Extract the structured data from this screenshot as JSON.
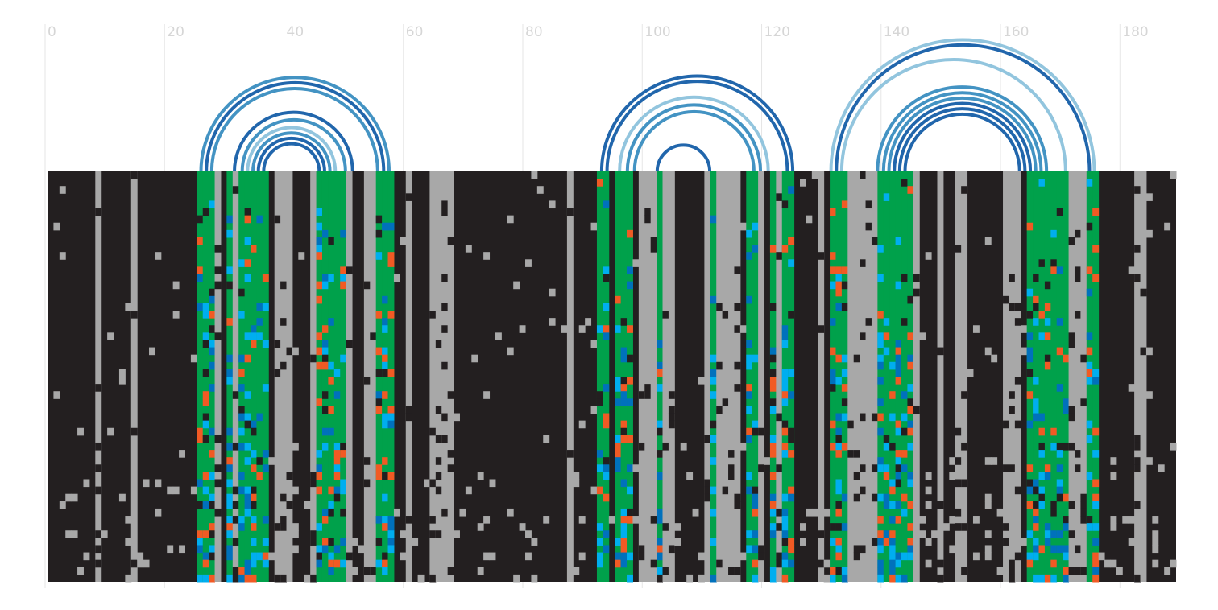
{
  "chart_data": {
    "type": "heatmap",
    "description": "Column-wise alignment matrix with paired-column arcs above",
    "x_axis": {
      "range": [
        0,
        189
      ],
      "ticks": [
        0,
        20,
        40,
        60,
        80,
        100,
        120,
        140,
        160,
        180
      ],
      "tick_labels": [
        "0",
        "20",
        "40",
        "60",
        "80",
        "100",
        "120",
        "140",
        "160",
        "180"
      ],
      "position": "top",
      "grid": true
    },
    "rows": 56,
    "colors": {
      "background": "#231f20",
      "gap": "#a8a8a8",
      "paired": "#00a14b",
      "mismatch_a": "#f15a24",
      "mismatch_b": "#0071bc",
      "mismatch_c": "#00aeef"
    },
    "arc_colors": {
      "dark": "#2166ac",
      "mid": "#4393c3",
      "light": "#92c5de"
    },
    "arcs": [
      {
        "start": 25.7,
        "end": 57.2,
        "shade": "mid"
      },
      {
        "start": 26.6,
        "end": 56.3,
        "shade": "dark"
      },
      {
        "start": 27.5,
        "end": 55.3,
        "shade": "mid"
      },
      {
        "start": 31.3,
        "end": 51.1,
        "shade": "dark"
      },
      {
        "start": 32.6,
        "end": 49.9,
        "shade": "mid"
      },
      {
        "start": 33.5,
        "end": 48.2,
        "shade": "light"
      },
      {
        "start": 34.4,
        "end": 47.3,
        "shade": "mid"
      },
      {
        "start": 35.3,
        "end": 46.4,
        "shade": "dark"
      },
      {
        "start": 36.2,
        "end": 45.5,
        "shade": "dark"
      },
      {
        "start": 92.8,
        "end": 124.8,
        "shade": "dark"
      },
      {
        "start": 93.7,
        "end": 123.9,
        "shade": "dark"
      },
      {
        "start": 95.8,
        "end": 120.7,
        "shade": "light"
      },
      {
        "start": 97.1,
        "end": 119.4,
        "shade": "mid"
      },
      {
        "start": 98.3,
        "end": 118.3,
        "shade": "mid"
      },
      {
        "start": 102.1,
        "end": 110.9,
        "shade": "dark"
      },
      {
        "start": 131.2,
        "end": 175.3,
        "shade": "light"
      },
      {
        "start": 132.1,
        "end": 174.5,
        "shade": "dark"
      },
      {
        "start": 133.0,
        "end": 170.5,
        "shade": "light"
      },
      {
        "start": 139.0,
        "end": 167.3,
        "shade": "mid"
      },
      {
        "start": 140.0,
        "end": 166.4,
        "shade": "mid"
      },
      {
        "start": 140.9,
        "end": 165.5,
        "shade": "mid"
      },
      {
        "start": 141.8,
        "end": 164.6,
        "shade": "dark"
      },
      {
        "start": 142.7,
        "end": 163.7,
        "shade": "dark"
      },
      {
        "start": 143.6,
        "end": 162.8,
        "shade": "dark"
      }
    ],
    "green_columns": [
      [
        25,
        27
      ],
      [
        30,
        30
      ],
      [
        32,
        36
      ],
      [
        45,
        49
      ],
      [
        55,
        57
      ],
      [
        92,
        93
      ],
      [
        95,
        97
      ],
      [
        102,
        102
      ],
      [
        111,
        111
      ],
      [
        117,
        118
      ],
      [
        121,
        121
      ],
      [
        123,
        124
      ],
      [
        131,
        133
      ],
      [
        139,
        144
      ],
      [
        164,
        170
      ],
      [
        174,
        175
      ]
    ],
    "gray_columns": [
      [
        8,
        8
      ],
      [
        14,
        14
      ],
      [
        28,
        28
      ],
      [
        31,
        31
      ],
      [
        38,
        40
      ],
      [
        44,
        44
      ],
      [
        50,
        50
      ],
      [
        53,
        54
      ],
      [
        60,
        60
      ],
      [
        64,
        67
      ],
      [
        87,
        87
      ],
      [
        99,
        101
      ],
      [
        103,
        104
      ],
      [
        110,
        110
      ],
      [
        112,
        115
      ],
      [
        119,
        119
      ],
      [
        122,
        122
      ],
      [
        129,
        129
      ],
      [
        134,
        138
      ],
      [
        145,
        145
      ],
      [
        149,
        149
      ],
      [
        152,
        153
      ],
      [
        160,
        162
      ],
      [
        171,
        173
      ],
      [
        182,
        183
      ]
    ],
    "dark_columns": [
      [
        0,
        7
      ],
      [
        9,
        13
      ],
      [
        15,
        24
      ],
      [
        29,
        29
      ],
      [
        37,
        37
      ],
      [
        41,
        43
      ],
      [
        51,
        52
      ],
      [
        58,
        59
      ],
      [
        61,
        63
      ],
      [
        68,
        86
      ],
      [
        88,
        91
      ],
      [
        94,
        94
      ],
      [
        98,
        98
      ],
      [
        105,
        109
      ],
      [
        116,
        116
      ],
      [
        120,
        120
      ],
      [
        125,
        128
      ],
      [
        130,
        130
      ],
      [
        146,
        148
      ],
      [
        150,
        151
      ],
      [
        154,
        159
      ],
      [
        163,
        163
      ],
      [
        176,
        181
      ],
      [
        184,
        189
      ]
    ]
  }
}
